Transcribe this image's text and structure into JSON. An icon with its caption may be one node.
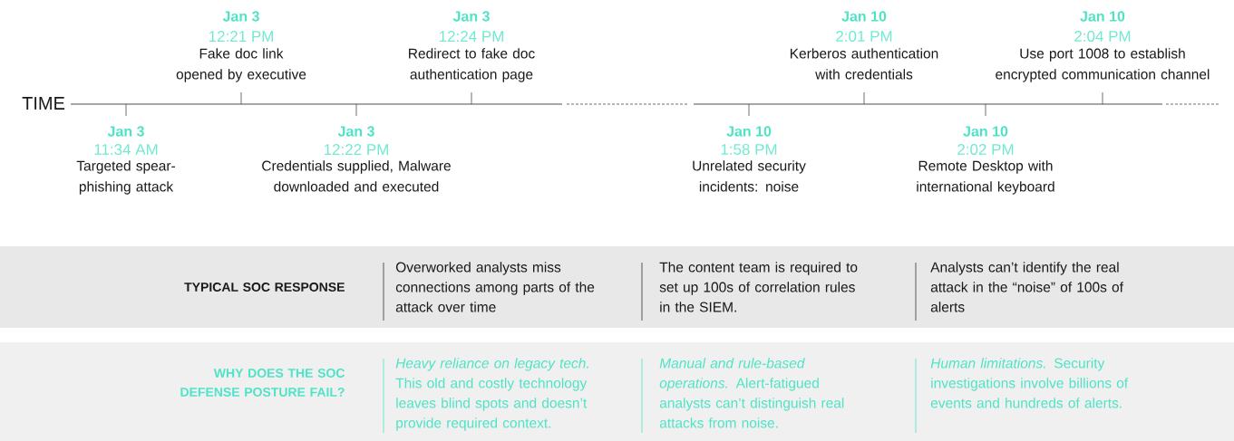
{
  "diagram": {
    "nodes": [
      {
        "text": [
          "TYPICAL SOC RESPONSE",
          "Overworked analysts miss connections among parts of the attack over time",
          "The content team is required to set up 100s of correlation rules in the SIEM.",
          "Analysts can’t identify the real attack in the “noise” of 100s of alerts"
        ]
      },
      {
        "text": [
          "WHY DOES THE SOC DEFENSE POSTURE FAIL?",
          "*Heavy reliance on legacy tech.* This old and costly technology leaves blind spots and doesn’t provide required context.",
          "*Manual and rule-based operations.*  Alert-fatigued analysts can’t distinguish real attacks from noise.",
          "*Human limitations.* Security investigations involve billions of events and hundreds of alerts."
        ]
      }
    ],
    "labels": [
      "Jan 3",
      "12:21 PM",
      "Fake doc link opened by executive",
      "Jan 3",
      "12:24 PM",
      "Redirect to fake doc authentication page",
      "Jan 10",
      "2:01 PM",
      "Kerberos authentication with credentials",
      "Jan 10",
      "2:04 PM",
      "Use port 1008 to establish encrypted communication channel",
      "TIME",
      "Jan 3",
      "11:34 AM",
      "Targeted spear-phishing attack",
      "Jan 3",
      "12:22 PM",
      "Credentials supplied, Malware downloaded and executed",
      "Jan 10",
      "1:58 PM",
      "Unrelated security incidents: noise",
      "Jan 10",
      "2:02 PM",
      "Remote Desktop with international keyboard"
    ]
  }
}
